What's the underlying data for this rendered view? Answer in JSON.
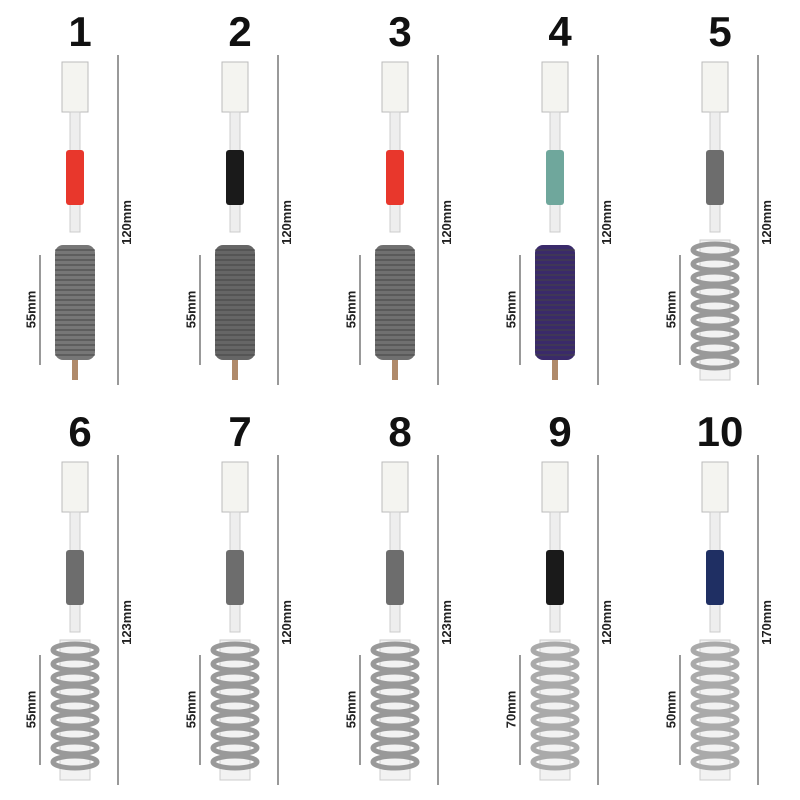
{
  "items": [
    {
      "number": "1",
      "total_length": "120mm",
      "heater_length": "55mm",
      "style": "mesh",
      "sleeve": "#e8372c",
      "mesh": "#777"
    },
    {
      "number": "2",
      "total_length": "120mm",
      "heater_length": "55mm",
      "style": "mesh",
      "sleeve": "#1a1a1a",
      "mesh": "#666"
    },
    {
      "number": "3",
      "total_length": "120mm",
      "heater_length": "55mm",
      "style": "mesh",
      "sleeve": "#e8372c",
      "mesh": "#707070"
    },
    {
      "number": "4",
      "total_length": "120mm",
      "heater_length": "55mm",
      "style": "mesh",
      "sleeve": "#6fa79c",
      "mesh": "#3a2a6a"
    },
    {
      "number": "5",
      "total_length": "120mm",
      "heater_length": "55mm",
      "style": "coil",
      "sleeve": "#6d6d6d",
      "mesh": "#999"
    },
    {
      "number": "6",
      "total_length": "123mm",
      "heater_length": "55mm",
      "style": "coil",
      "sleeve": "#6d6d6d",
      "mesh": "#999"
    },
    {
      "number": "7",
      "total_length": "120mm",
      "heater_length": "55mm",
      "style": "coil",
      "sleeve": "#6d6d6d",
      "mesh": "#999"
    },
    {
      "number": "8",
      "total_length": "123mm",
      "heater_length": "55mm",
      "style": "coil",
      "sleeve": "#6d6d6d",
      "mesh": "#999"
    },
    {
      "number": "9",
      "total_length": "120mm",
      "heater_length": "70mm",
      "style": "coil",
      "sleeve": "#1a1a1a",
      "mesh": "#aaa"
    },
    {
      "number": "10",
      "total_length": "170mm",
      "heater_length": "50mm",
      "style": "coil",
      "sleeve": "#1f2f63",
      "mesh": "#aaa"
    }
  ]
}
